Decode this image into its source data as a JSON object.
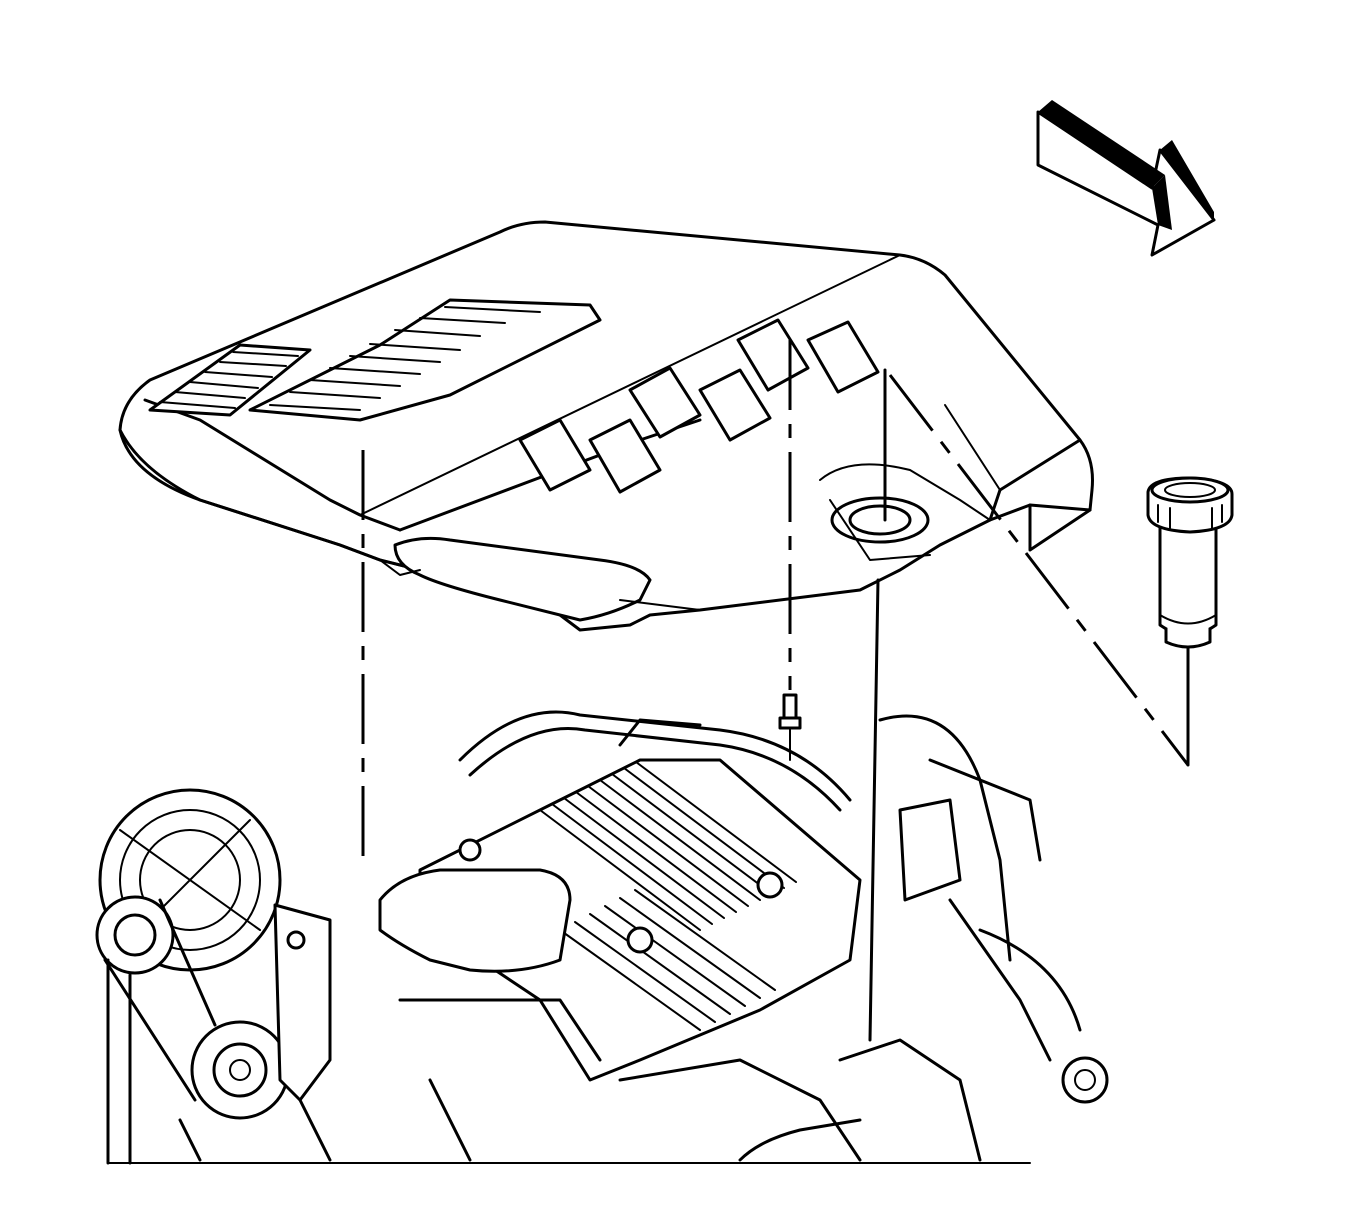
{
  "figure": {
    "domain": "service-illustration",
    "subject_icons": [
      "direction-arrow-icon",
      "engine-cover",
      "oil-fill-cap",
      "engine-assembly"
    ]
  },
  "colors": {
    "line": "#000000",
    "background": "#ffffff"
  }
}
